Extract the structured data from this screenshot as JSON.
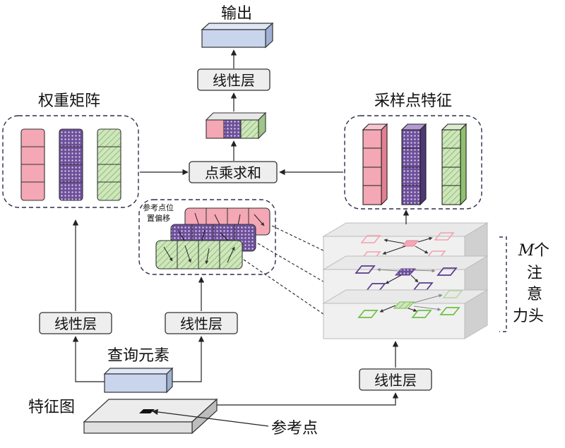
{
  "labels": {
    "output": "输出",
    "linear_top": "线性层",
    "weight_matrix": "权重矩阵",
    "sampled_features": "采样点特征",
    "dot_sum": "点乘求和",
    "ref_offset_line1": "参考点位",
    "ref_offset_line2": "置偏移",
    "heads_m": "M",
    "heads_ge": "个",
    "heads_line2": "注",
    "heads_line3": "意",
    "heads_line4": "力头",
    "linear_left": "线性层",
    "linear_mid": "线性层",
    "linear_right": "线性层",
    "query": "查询元素",
    "feature_map": "特征图",
    "ref_point": "参考点"
  },
  "colors": {
    "pink": "#f4a7b4",
    "purple": "#8c6bb5",
    "green": "#b9d9a0",
    "blue": "#c9d5ec",
    "box_fill": "#eeeeee",
    "dash": "#2b2f4a"
  }
}
